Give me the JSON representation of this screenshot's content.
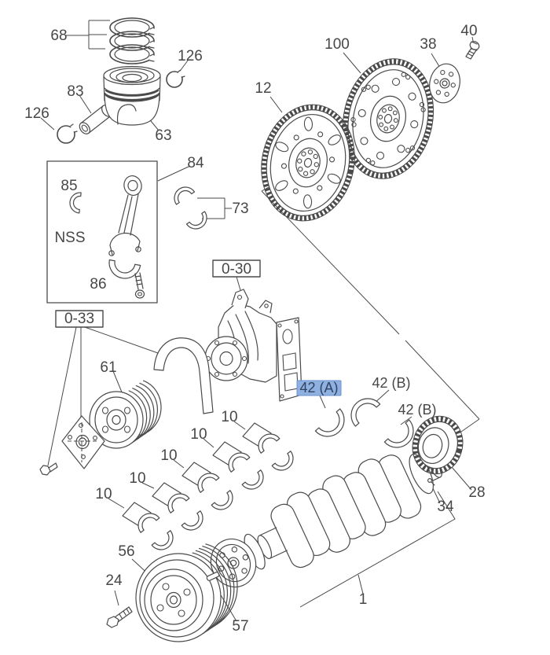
{
  "diagram": {
    "type": "exploded-parts-diagram",
    "colors": {
      "background": "#ffffff",
      "line": "#4a4a4a",
      "label_text": "#474747",
      "highlight_fill": "#8fb1e1",
      "highlight_border": "#6b92cf",
      "highlight_text": "#31435f"
    },
    "section_refs": [
      {
        "text": "0-30"
      },
      {
        "text": "0-33"
      }
    ],
    "highlighted_part": "42 (A)",
    "labels": [
      {
        "text": "68"
      },
      {
        "text": "126"
      },
      {
        "text": "83"
      },
      {
        "text": "126"
      },
      {
        "text": "63"
      },
      {
        "text": "84"
      },
      {
        "text": "85"
      },
      {
        "text": "73"
      },
      {
        "text": "NSS"
      },
      {
        "text": "86"
      },
      {
        "text": "61"
      },
      {
        "text": "12"
      },
      {
        "text": "100"
      },
      {
        "text": "38"
      },
      {
        "text": "40"
      },
      {
        "text": "42 (A)"
      },
      {
        "text": "42 (B)"
      },
      {
        "text": "42 (B)"
      },
      {
        "text": "28"
      },
      {
        "text": "34"
      },
      {
        "text": "10"
      },
      {
        "text": "10"
      },
      {
        "text": "10"
      },
      {
        "text": "10"
      },
      {
        "text": "10"
      },
      {
        "text": "56"
      },
      {
        "text": "24"
      },
      {
        "text": "57"
      },
      {
        "text": "1"
      }
    ]
  }
}
